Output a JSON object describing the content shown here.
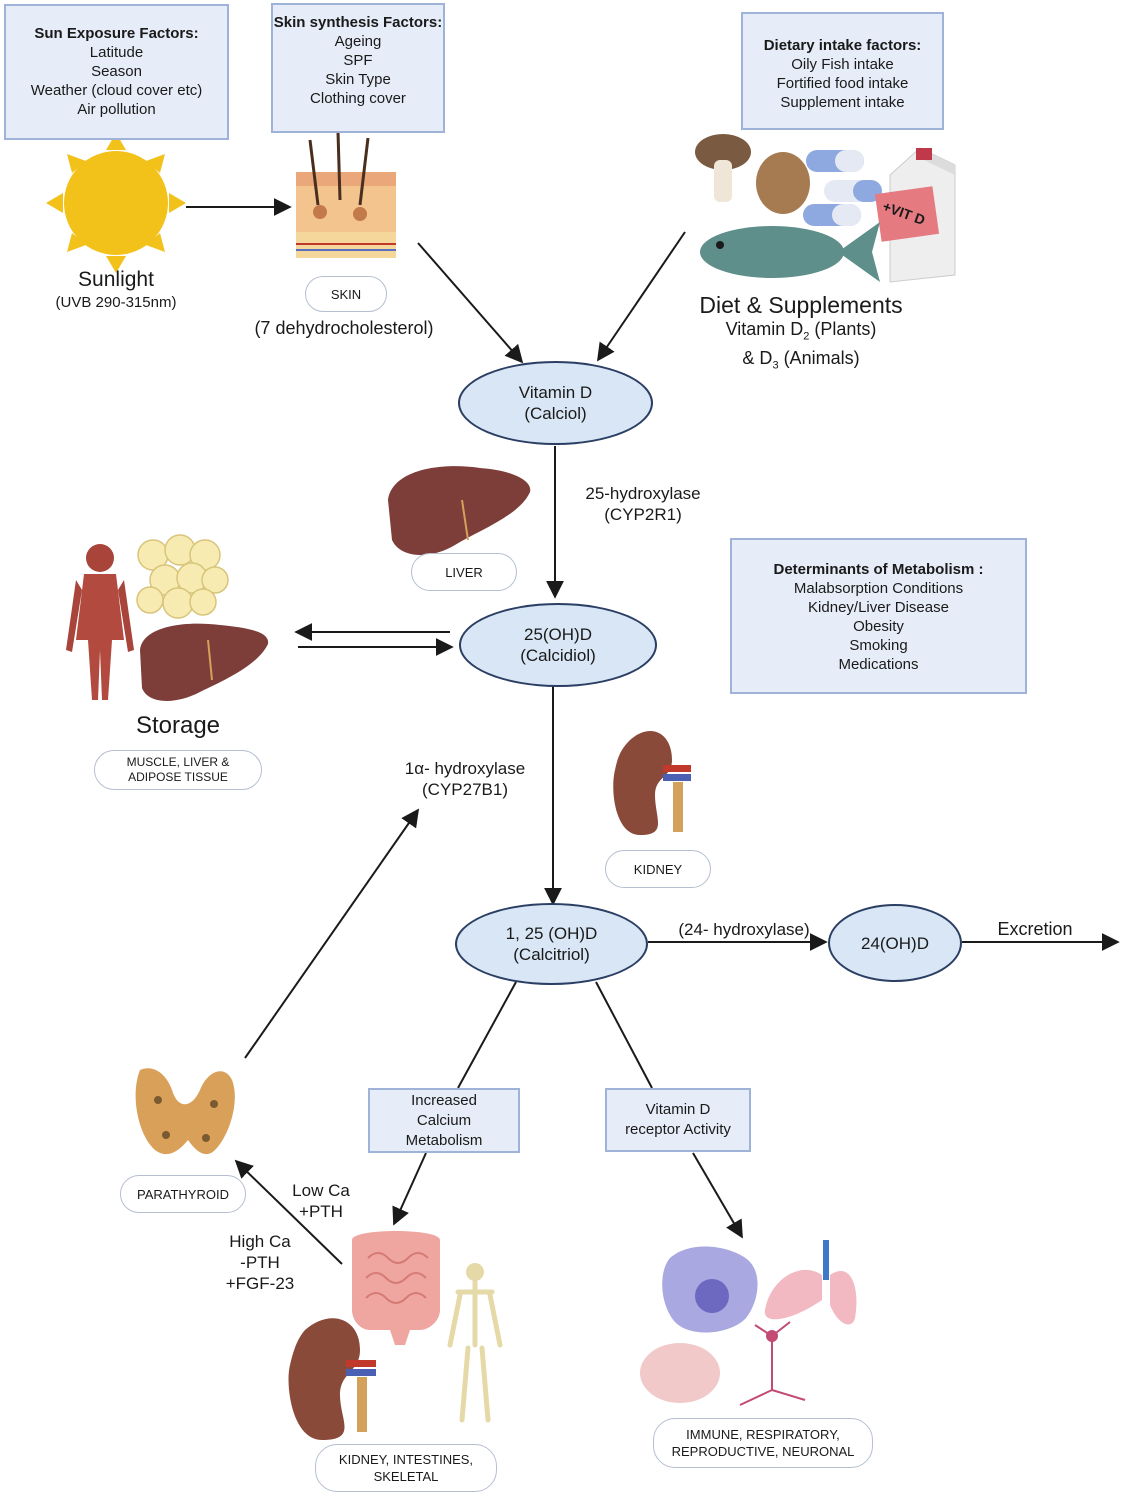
{
  "sun_box": {
    "title": "Sun Exposure Factors:",
    "lines": [
      "Latitude",
      "Season",
      "Weather (cloud cover etc)",
      "Air pollution"
    ]
  },
  "skin_box": {
    "title": "Skin synthesis Factors:",
    "lines": [
      "Ageing",
      "SPF",
      "Skin Type",
      "Clothing cover"
    ]
  },
  "diet_box": {
    "title": "Dietary intake factors:",
    "lines": [
      "Oily Fish intake",
      "Fortified food intake",
      "Supplement intake"
    ]
  },
  "metab_box": {
    "title": "Determinants of Metabolism :",
    "lines": [
      "Malabsorption Conditions",
      "Kidney/Liver Disease",
      "Obesity",
      "Smoking",
      "Medications"
    ]
  },
  "sunlight": {
    "title": "Sunlight",
    "sub": "(UVB 290-315nm)"
  },
  "skin": {
    "pill": "SKIN",
    "sub": "(7 dehydrocholesterol)"
  },
  "diet": {
    "title": "Diet & Supplements",
    "line1_pre": "Vitamin D",
    "line1_sub": "2",
    "line1_post": " (Plants)",
    "line2_pre": "& D",
    "line2_sub": "3",
    "line2_post": " (Animals)",
    "milk_label": "+VIT D"
  },
  "nodes": {
    "vitd": [
      "Vitamin D",
      "(Calciol)"
    ],
    "calcidiol": [
      "25(OH)D",
      "(Calcidiol)"
    ],
    "calcitriol": [
      "1, 25 (OH)D",
      "(Calcitriol)"
    ],
    "h24": [
      "24(OH)D"
    ]
  },
  "enzymes": {
    "e25": [
      "25-hydroxylase",
      "(CYP2R1)"
    ],
    "e1a": [
      "1α- hydroxylase",
      "(CYP27B1)"
    ],
    "e24": "(24- hydroxylase)",
    "excretion": "Excretion"
  },
  "organs": {
    "liver": "LIVER",
    "kidney": "KIDNEY",
    "storage": "Storage",
    "storage_pill": [
      "MUSCLE, LIVER &",
      "ADIPOSE TISSUE"
    ],
    "parathyroid": "PARATHYROID",
    "kis_pill": [
      "KIDNEY, INTESTINES,",
      "SKELETAL"
    ],
    "irr_pill": [
      "IMMUNE, RESPIRATORY,",
      "REPRODUCTIVE, NEURONAL"
    ]
  },
  "effects": {
    "calcium": [
      "Increased",
      "Calcium",
      "Metabolism"
    ],
    "receptor": [
      "Vitamin D",
      "receptor Activity"
    ]
  },
  "feedback": {
    "low": [
      "Low Ca",
      "+PTH"
    ],
    "high": [
      "High Ca",
      "-PTH",
      "+FGF-23"
    ]
  },
  "colors": {
    "box_fill": "#e6edf8",
    "box_border": "#9fb3d9",
    "oval_fill": "#d8e6f5",
    "oval_border": "#2b3e63",
    "liver": "#7d3e3a",
    "kidney": "#8a4a3a",
    "sun": "#f2c21b"
  }
}
